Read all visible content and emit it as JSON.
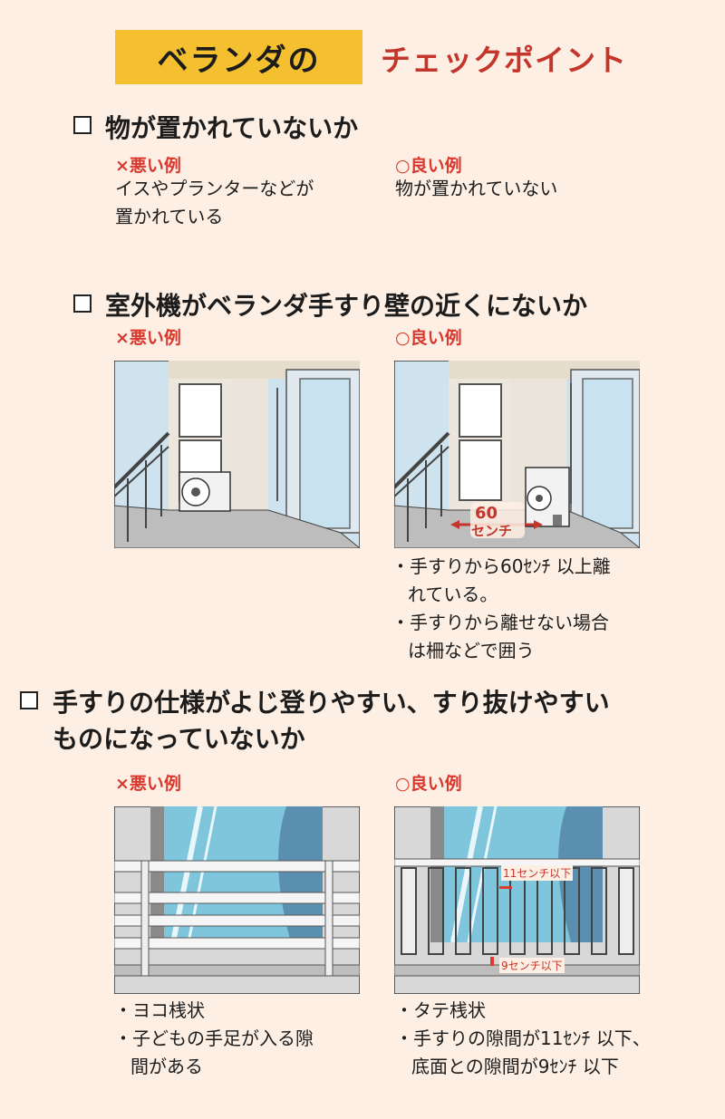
{
  "title": {
    "highlight": "ベランダの",
    "main": "チェックポイント"
  },
  "sections": [
    {
      "question": "物が置かれていないか",
      "bad_label": "×悪い例",
      "good_label": "○良い例",
      "bad_text_1": "イスやプランターなどが",
      "bad_text_2": "置かれている",
      "good_text": "物が置かれていない"
    },
    {
      "question": "室外機がベランダ手すり壁の近くにないか",
      "bad_label": "×悪い例",
      "good_label": "○良い例",
      "distance_num": "60",
      "distance_unit": "センチ",
      "notes": [
        "・手すりから60ｾﾝﾁ 以上離",
        "れている。",
        "・手すりから離せない場合",
        "は柵などで囲う"
      ]
    },
    {
      "question_1": "手すりの仕様がよじ登りやすい、すり抜けやすい",
      "question_2": "ものになっていないか",
      "bad_label": "×悪い例",
      "good_label": "○良い例",
      "gap_top": "11センチ以下",
      "gap_bottom": "9センチ以下",
      "bad_notes": [
        "・ヨコ桟状",
        "・子どもの手足が入る隙",
        "間がある"
      ],
      "good_notes": [
        "・タテ桟状",
        "・手すりの隙間が11ｾﾝﾁ 以下、",
        "底面との隙間が9ｾﾝﾁ 以下"
      ]
    }
  ],
  "colors": {
    "accent_yellow": "#f5c030",
    "title_red": "#c4352b",
    "label_red": "#d9382e",
    "background": "#fdefe4"
  }
}
